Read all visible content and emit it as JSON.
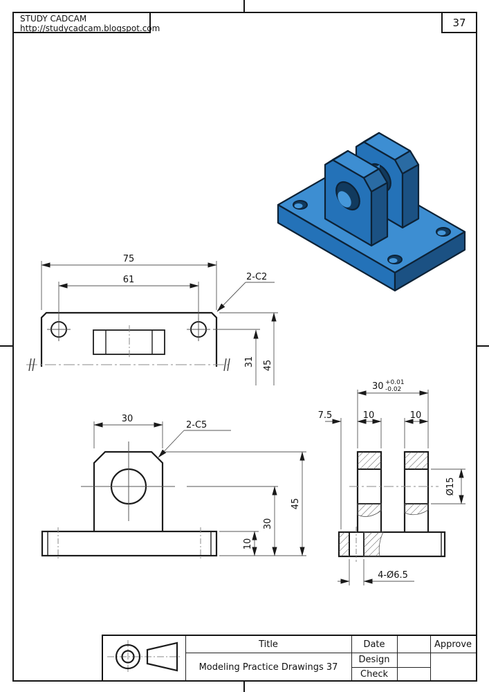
{
  "header": {
    "company": "STUDY CADCAM",
    "website": "http://studycadcam.blogspot.com",
    "page_number": "37"
  },
  "title_block": {
    "title_label": "Title",
    "project_title": "Modeling Practice Drawings 37",
    "date_label": "Date",
    "design_label": "Design",
    "check_label": "Check",
    "approve_label": "Approve"
  },
  "drawing": {
    "top_view": {
      "dim_width": "75",
      "dim_hole_span": "61",
      "chamfer_note": "2-C2",
      "dim_hole_offset": "31",
      "dim_depth": "45"
    },
    "front_view": {
      "dim_boss_width": "30",
      "chamfer_note": "2-C5",
      "dim_height": "45",
      "dim_hole_height": "30",
      "dim_base_thickness": "10"
    },
    "side_view": {
      "dim_lug_span": "30",
      "tol_upper": "+0.01",
      "tol_lower": "-0.02",
      "dim_edge_offset": "7.5",
      "dim_lug1_width": "10",
      "dim_lug2_width": "10",
      "dim_bore": "Ø15",
      "dim_base_holes": "4-Ø6.5"
    }
  },
  "part": {
    "colors": {
      "top_face": "#3d8ed2",
      "front_face": "#2472b8",
      "side_face": "#1b5183",
      "chamfer_left": "#3f92d4",
      "chamfer_right": "#2a6ba3",
      "hole_dark": "#113a5e",
      "hole_light": "#4597da",
      "cylinder": "#3787cb",
      "outline": "#0d2236"
    }
  }
}
